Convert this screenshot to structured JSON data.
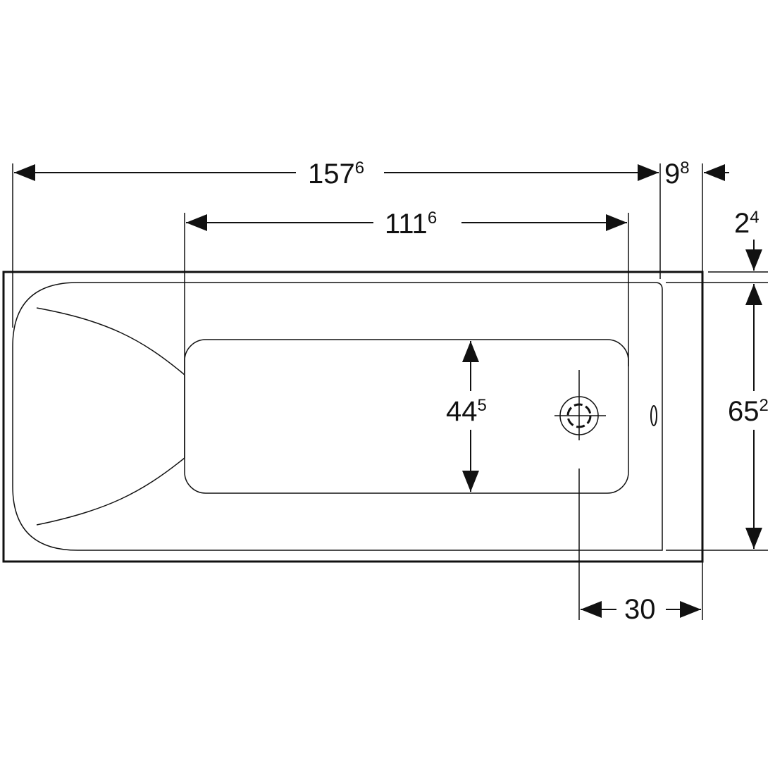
{
  "dimensions": {
    "overall_length": {
      "main": "157",
      "sup": "6"
    },
    "rim_right": {
      "main": "9",
      "sup": "8"
    },
    "floor_length": {
      "main": "111",
      "sup": "6"
    },
    "rim_top": {
      "main": "2",
      "sup": "4"
    },
    "floor_width": {
      "main": "44",
      "sup": "5"
    },
    "inner_width": {
      "main": "65",
      "sup": "2"
    },
    "drain_offset": {
      "main": "30"
    }
  },
  "colors": {
    "line": "#111111",
    "background": "#ffffff"
  }
}
